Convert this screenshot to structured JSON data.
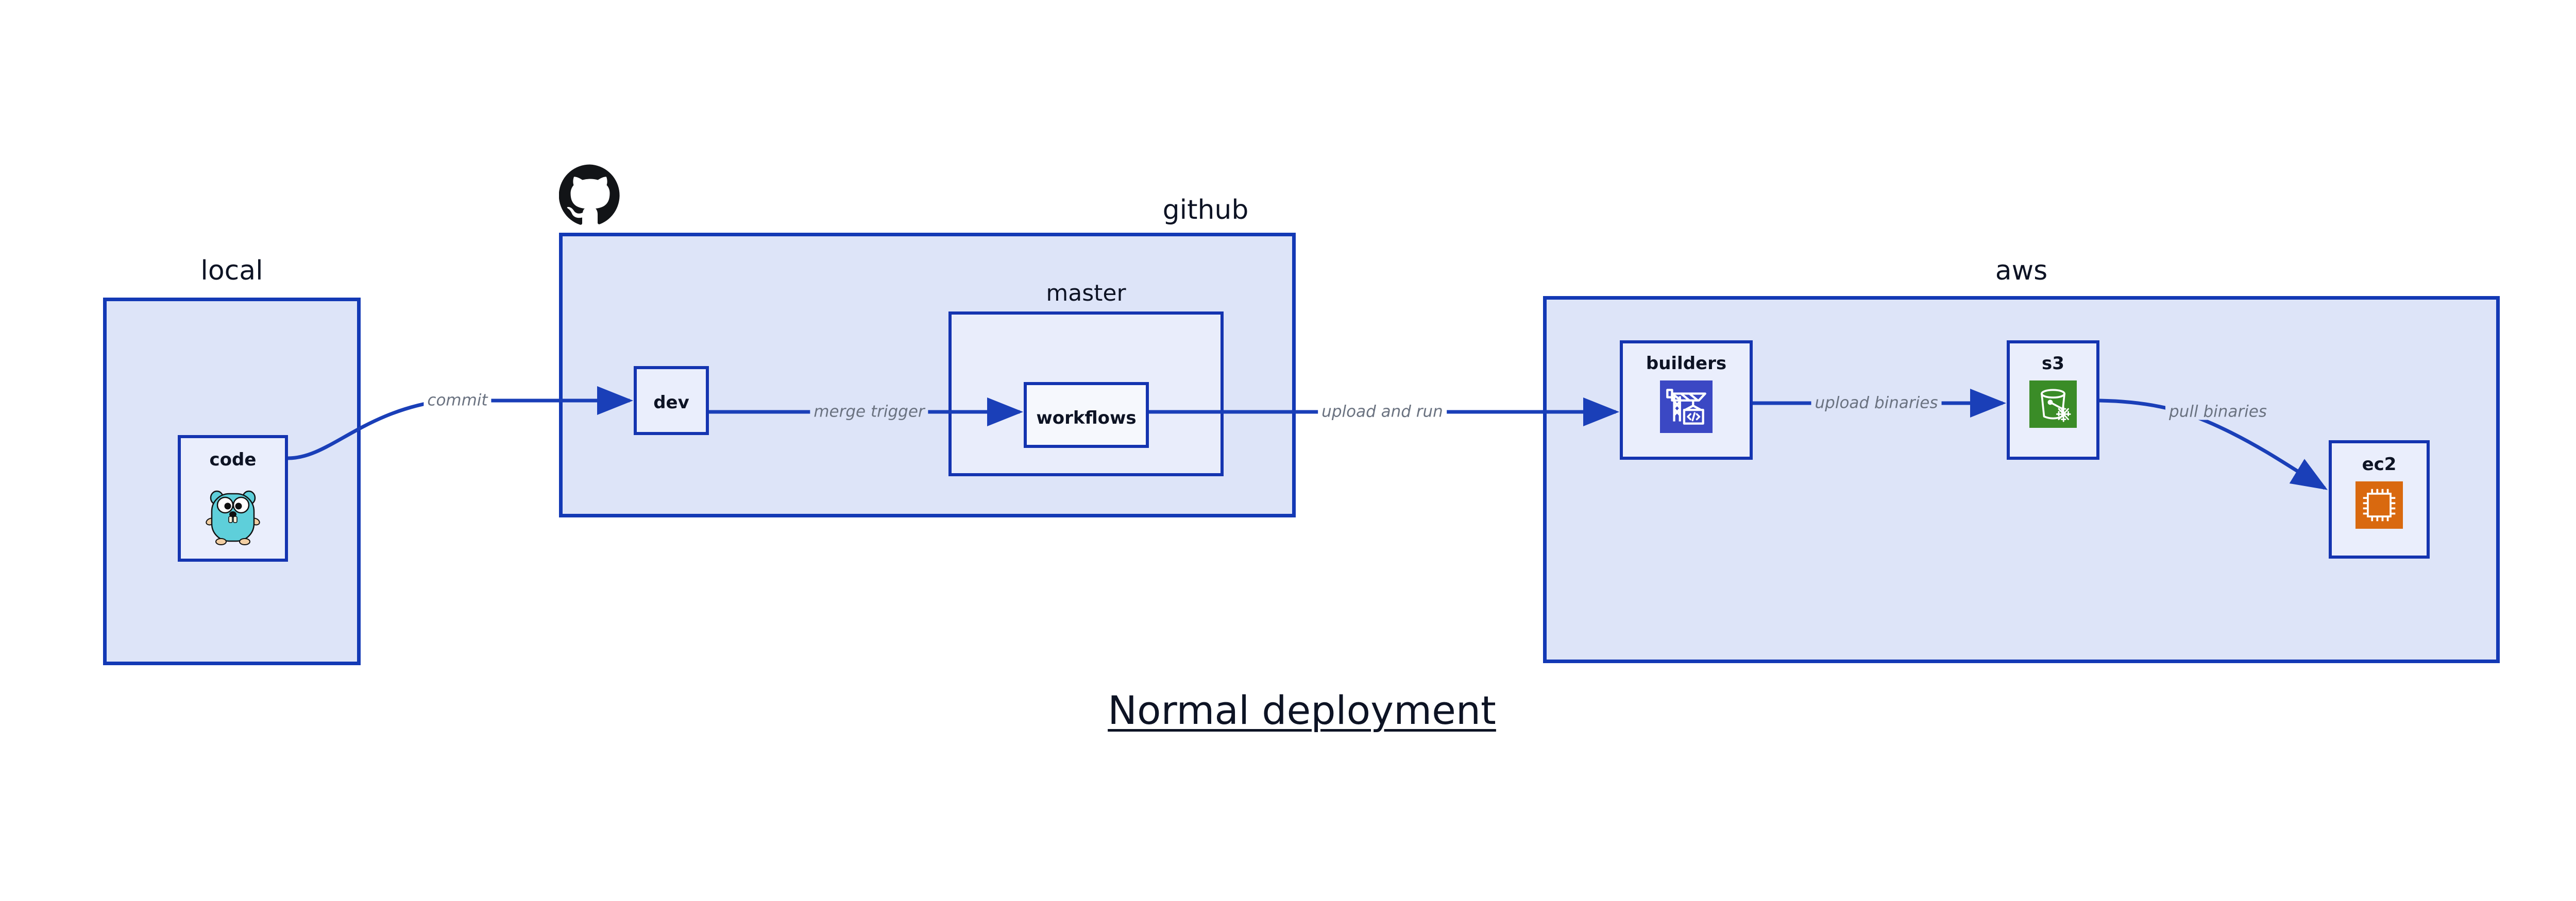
{
  "diagram": {
    "title": "Normal deployment",
    "zones": [
      {
        "id": "local",
        "label": "local"
      },
      {
        "id": "github",
        "label": "github"
      },
      {
        "id": "aws",
        "label": "aws"
      }
    ],
    "subzones": [
      {
        "id": "master",
        "label": "master",
        "parent": "github"
      }
    ],
    "nodes": [
      {
        "id": "code",
        "label": "code",
        "icon": "go-gopher-icon",
        "parent": "local"
      },
      {
        "id": "dev",
        "label": "dev",
        "icon": "none",
        "parent": "github"
      },
      {
        "id": "workflows",
        "label": "workflows",
        "icon": "none",
        "parent": "master"
      },
      {
        "id": "builders",
        "label": "builders",
        "icon": "aws-codebuild-icon",
        "parent": "aws"
      },
      {
        "id": "s3",
        "label": "s3",
        "icon": "aws-s3-glacier-icon",
        "parent": "aws"
      },
      {
        "id": "ec2",
        "label": "ec2",
        "icon": "aws-ec2-icon",
        "parent": "aws"
      }
    ],
    "edges": [
      {
        "id": "commit",
        "label": "commit",
        "from": "code",
        "to": "dev"
      },
      {
        "id": "merge-trigger",
        "label": "merge trigger",
        "from": "dev",
        "to": "workflows"
      },
      {
        "id": "upload-and-run",
        "label": "upload and run",
        "from": "workflows",
        "to": "builders"
      },
      {
        "id": "upload-binaries",
        "label": "upload binaries",
        "from": "builders",
        "to": "s3"
      },
      {
        "id": "pull-binaries",
        "label": "pull binaries",
        "from": "s3",
        "to": "ec2"
      }
    ],
    "colors": {
      "zone_border": "#1339b5",
      "zone_fill": "#dde4f8",
      "node_fill": "#eaeefc",
      "arrow": "#1a3fb8",
      "edge_label": "#6a7280",
      "text": "#0d1324",
      "github_logo": "#121417",
      "codebuild_blue": "#3b48c4",
      "s3_green": "#3a8c27",
      "ec2_orange": "#d9690f",
      "gopher_cyan": "#5ecfda"
    }
  }
}
